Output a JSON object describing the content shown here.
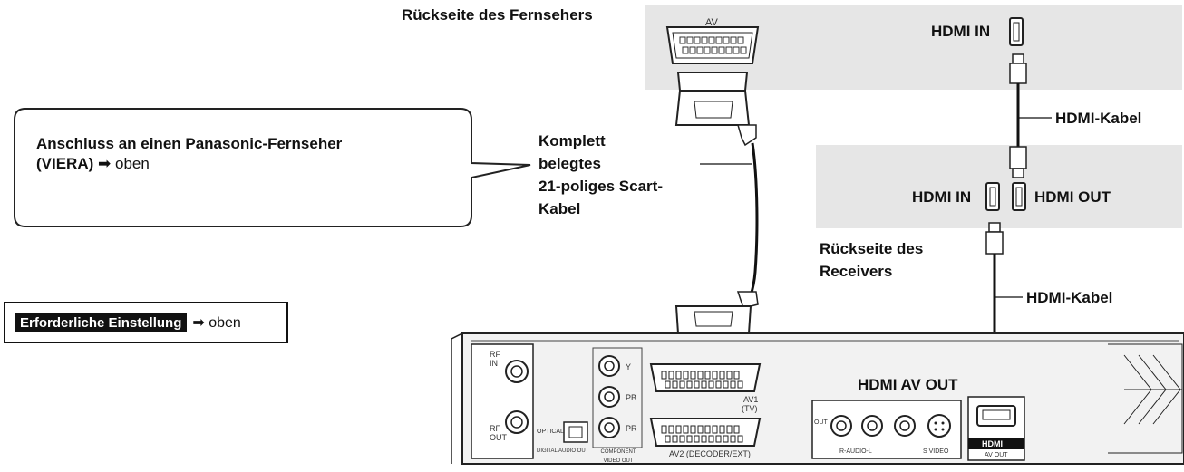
{
  "tv": {
    "caption": "Rückseite des Fernsehers",
    "av_label": "AV",
    "hdmi_in": "HDMI IN"
  },
  "receiver": {
    "caption_line1": "Rückseite des",
    "caption_line2": "Receivers",
    "hdmi_in": "HDMI IN",
    "hdmi_out": "HDMI OUT"
  },
  "cables": {
    "hdmi_cable_top": "HDMI-Kabel",
    "hdmi_cable_bottom": "HDMI-Kabel",
    "scart_line1": "Komplett",
    "scart_line2": "belegtes",
    "scart_line3": "21-poliges Scart-",
    "scart_line4": "Kabel"
  },
  "callout": {
    "line1": "Anschluss an einen Panasonic-Fernseher",
    "line2_bold": "(VIERA)",
    "arrow": "➡",
    "line2_tail": "oben"
  },
  "setting": {
    "tag": "Erforderliche Einstellung",
    "arrow": "➡",
    "tail": "oben"
  },
  "recorder": {
    "hdmi_av_out": "HDMI AV OUT",
    "panel_labels": {
      "rf_in": "RF IN",
      "rf_out": "RF OUT",
      "optical": "OPTICAL",
      "digital_audio_out": "DIGITAL AUDIO OUT",
      "component_video_out": "COMPONENT VIDEO OUT",
      "y": "Y",
      "pb": "PB",
      "pr": "PR",
      "av1": "AV1",
      "av1_tv": "(TV)",
      "av2": "AV2 (DECODER/EXT)",
      "out": "OUT",
      "r_audio_l": "R-AUDIO-L",
      "s_video": "S VIDEO",
      "hdmi_logo": "HDMI",
      "av_out": "AV OUT"
    }
  }
}
